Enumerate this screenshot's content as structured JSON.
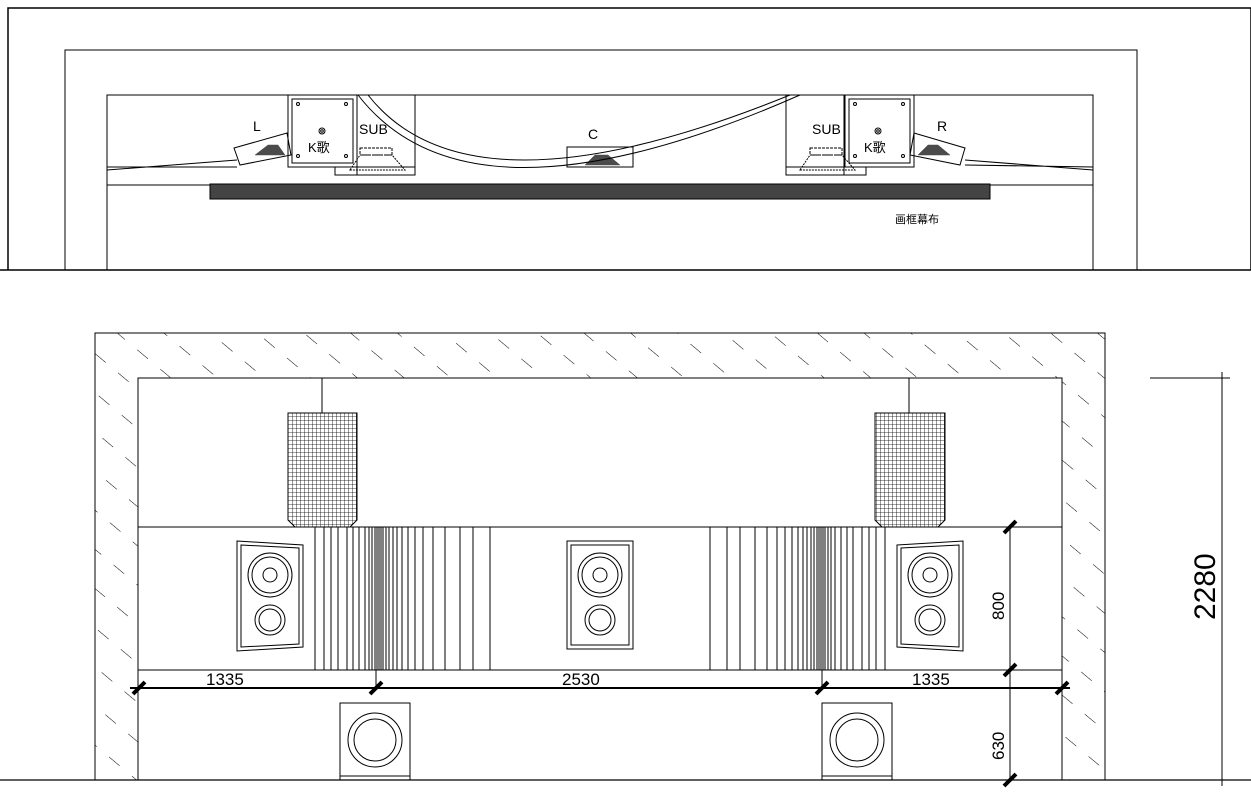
{
  "plan": {
    "labels": {
      "left": "L",
      "right": "R",
      "center": "C",
      "sub_left": "SUB",
      "sub_right": "SUB",
      "karaoke_left": "K歌",
      "karaoke_right": "K歌",
      "screen": "画框幕布"
    }
  },
  "elevation": {
    "dimensions": {
      "left_width": "1335",
      "center_width": "2530",
      "right_width": "1335",
      "upper_height": "800",
      "lower_height": "630",
      "total_height": "2280"
    }
  },
  "colors": {
    "line": "#000000",
    "screen_fill": "#444444",
    "background": "#ffffff"
  }
}
